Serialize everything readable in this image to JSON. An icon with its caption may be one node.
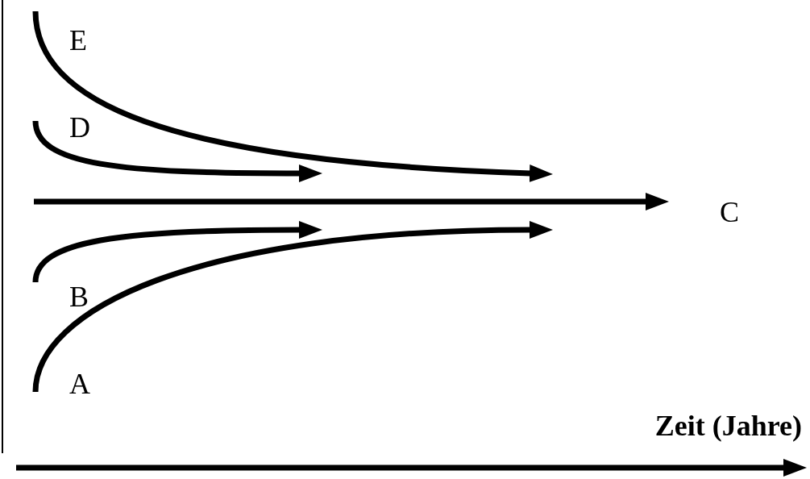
{
  "diagram": {
    "nodes": [
      {
        "text": [
          "E"
        ]
      },
      {
        "text": [
          "D"
        ]
      },
      {
        "text": [
          "C"
        ]
      },
      {
        "text": [
          "B"
        ]
      },
      {
        "text": [
          "A"
        ]
      }
    ],
    "edges": [
      {
        "from": 0,
        "to": null,
        "arrow": "to"
      },
      {
        "from": 1,
        "to": null,
        "arrow": "to"
      },
      {
        "from": null,
        "to": 2,
        "arrow": "to"
      },
      {
        "from": 3,
        "to": null,
        "arrow": "to"
      },
      {
        "from": 4,
        "to": null,
        "arrow": "to"
      }
    ],
    "labels": [
      "Zeit (Jahre)"
    ]
  }
}
